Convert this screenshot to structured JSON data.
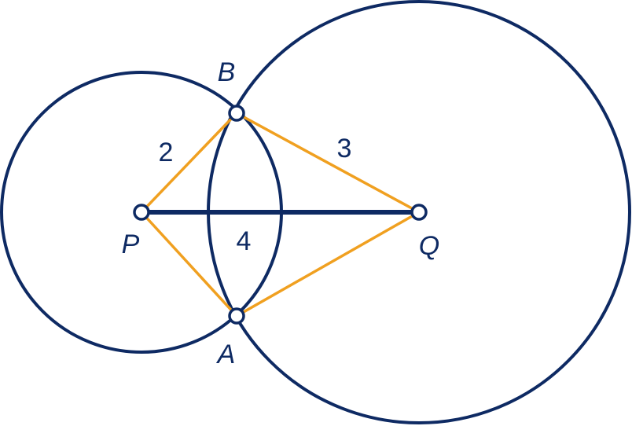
{
  "colors": {
    "navy": "#0e2a63",
    "orange": "#f0a020",
    "background": "#ffffff"
  },
  "points": {
    "P": "P",
    "Q": "Q",
    "A": "A",
    "B": "B"
  },
  "lengths": {
    "PB": "2",
    "BQ": "3",
    "PQ": "4"
  }
}
